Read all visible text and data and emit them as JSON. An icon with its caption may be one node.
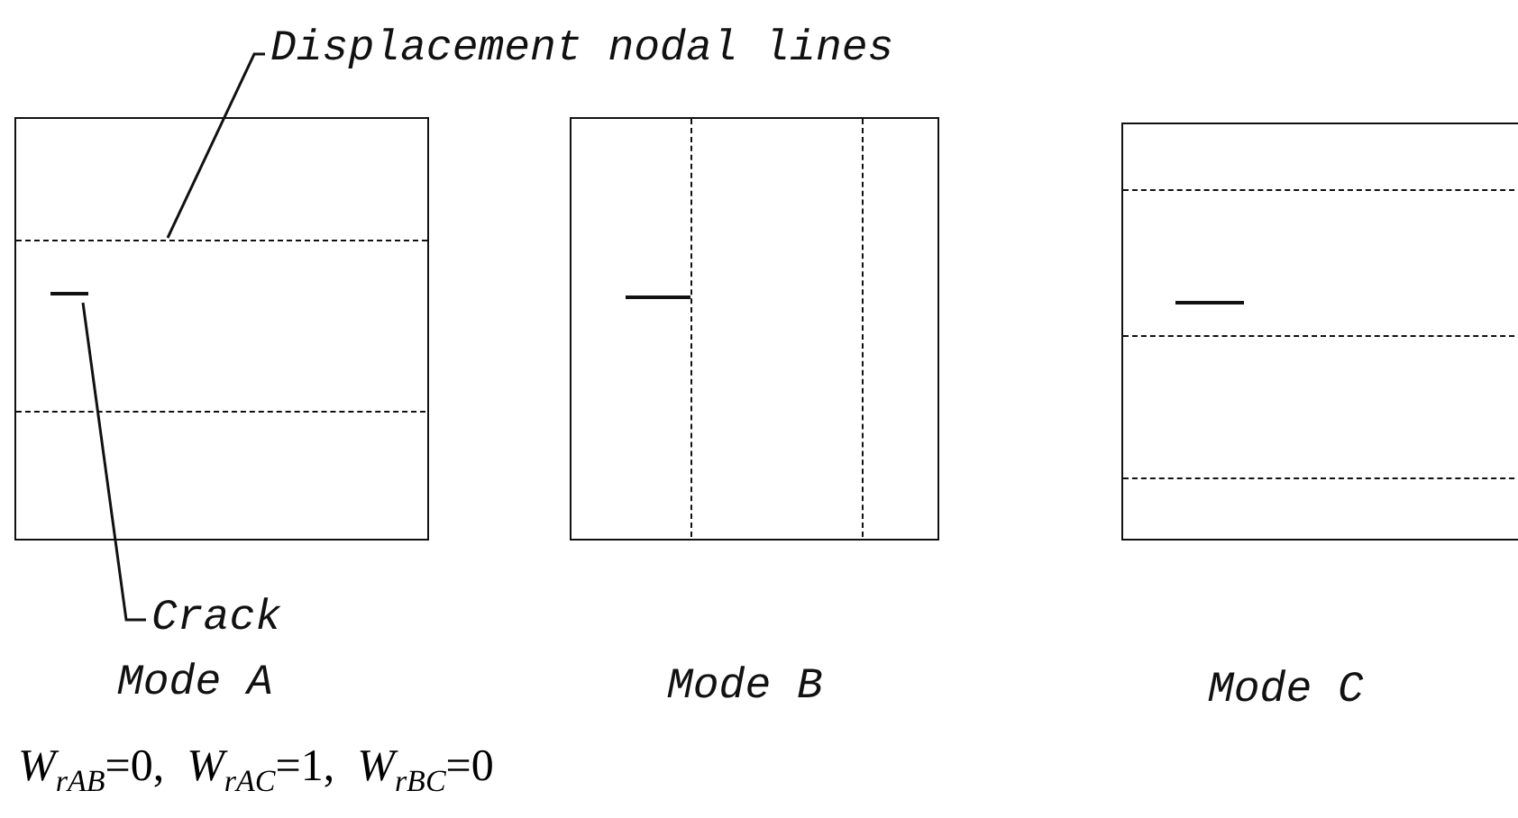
{
  "diagram": {
    "nodes": [
      {
        "text": [
          "Displacement nodal lines"
        ]
      },
      {
        "text": [],
        "shape": "box"
      },
      {
        "text": [],
        "shape": "line",
        "in": 1
      },
      {
        "text": [],
        "shape": "line",
        "in": 1
      },
      {
        "text": [
          "Crack"
        ]
      },
      {
        "text": [],
        "shape": "box"
      },
      {
        "text": [],
        "shape": "line",
        "in": 5
      },
      {
        "text": [],
        "shape": "box"
      },
      {
        "text": [],
        "shape": "line",
        "in": 7
      }
    ],
    "edges": [
      {
        "from": 0,
        "to": 2,
        "arrow": "none"
      },
      {
        "from": 4,
        "to": 3,
        "arrow": "none"
      }
    ],
    "labels": [
      "Mode A",
      "Mode B",
      "Mode C",
      "*W*$_{rAB}$=0,  *W*$_{rAC}$=1,  *W*$_{rBC}$=0"
    ]
  }
}
